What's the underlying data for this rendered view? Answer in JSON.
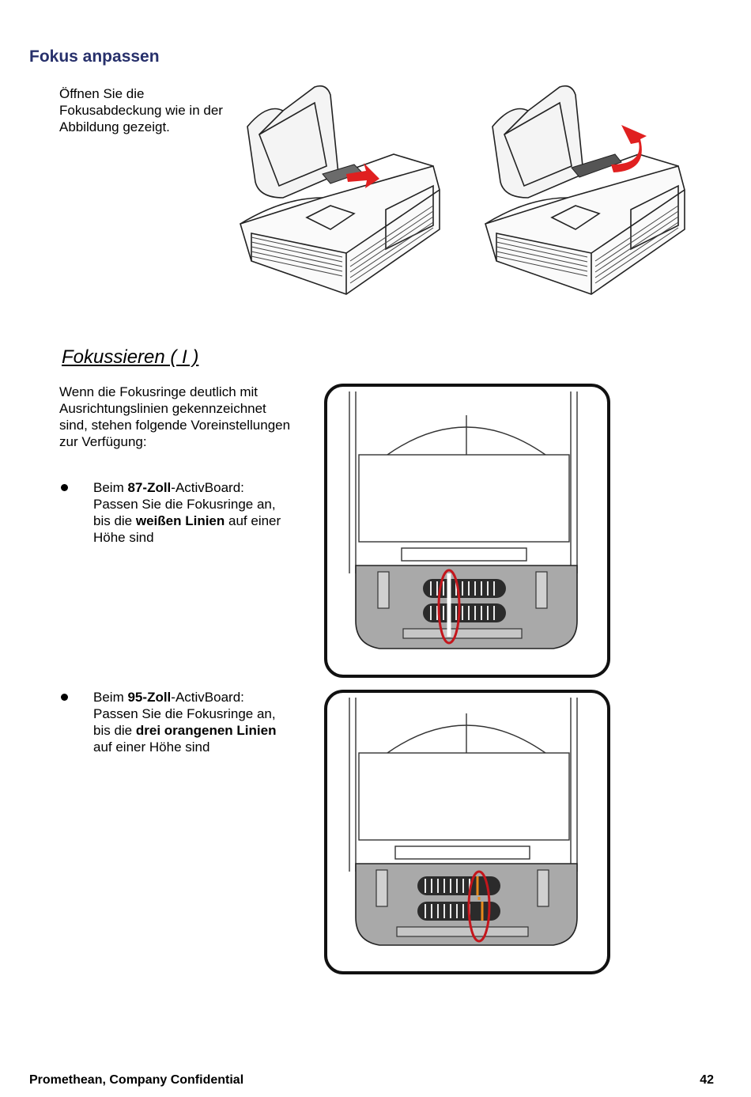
{
  "page": {
    "section_title": "Fokus anpassen",
    "intro_text": "Öffnen Sie die Fokusabdeckung wie in der Abbildung gezeigt.",
    "subsection_title": "Fokussieren ( I )",
    "paragraph": "Wenn die Fokusringe deutlich mit Ausrichtungslinien gekennzeichnet sind, stehen folgende Voreinstellungen zur Verfügung:"
  },
  "bullets": [
    {
      "prefix": "Beim ",
      "size": "87",
      "sep": "-",
      "unit": "Zoll",
      "suffix": "-ActivBoard: Passen Sie die Fokusringe an, bis die ",
      "highlight": "weißen Linien",
      "end": " auf einer Höhe sind"
    },
    {
      "prefix": "Beim ",
      "size": "95",
      "sep": "-",
      "unit": "Zoll",
      "suffix": "-ActivBoard: Passen Sie die Fokusringe an, bis die ",
      "highlight": "drei orangenen Linien",
      "end": " auf einer Höhe sind"
    }
  ],
  "footer": {
    "company": "Promethean, Company Confidential",
    "page_number": "42"
  },
  "colors": {
    "title": "#27306b",
    "arrow": "#e02020",
    "marker": "#c4161c",
    "orange_line": "#e8891c",
    "panel_gray": "#a9a9a9"
  },
  "icons": {
    "bullet": "bullet-dot-icon"
  }
}
